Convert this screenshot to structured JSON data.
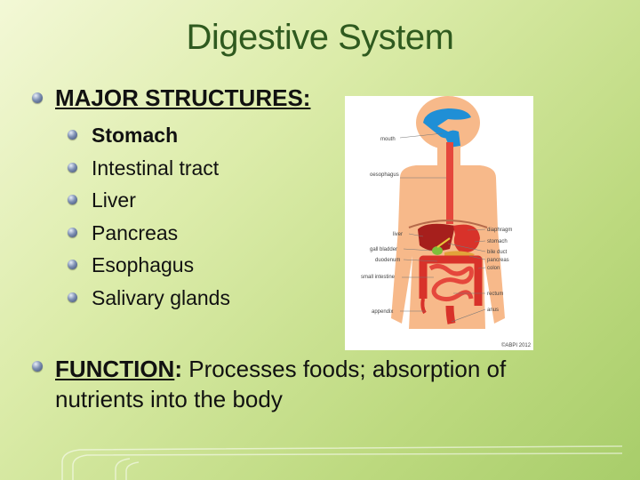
{
  "title": "Digestive System",
  "major_heading": "MAJOR STRUCTURES:",
  "structures": [
    "Stomach",
    "Intestinal tract",
    "Liver",
    "Pancreas",
    "Esophagus",
    "Salivary glands"
  ],
  "diagram": {
    "labels": {
      "mouth": "mouth",
      "oesophagus": "oesophagus",
      "liver": "liver",
      "gall_bladder": "gall bladder",
      "duodenum": "duodenum",
      "small_intestine": "small intestine",
      "appendix": "appendix",
      "diaphragm": "diaphragm",
      "stomach": "stomach",
      "bile_duct": "bile duct",
      "pancreas": "pancreas",
      "colon": "colon",
      "rectum": "rectum",
      "anus": "anus",
      "copyright": "©ABPI 2012"
    }
  },
  "function": {
    "label": "FUNCTION",
    "colon": ":",
    "text": " Processes foods; absorption of nutrients into the body"
  },
  "colors": {
    "title": "#2f5a1f",
    "body_skin": "#f7b98a",
    "airway": "#1f8fd6",
    "digestive": "#d8322a"
  }
}
